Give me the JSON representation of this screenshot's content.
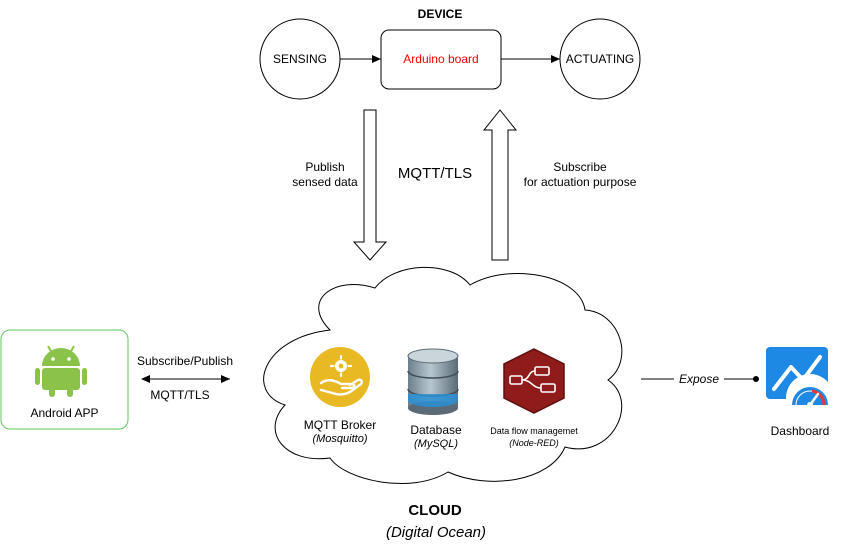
{
  "device": {
    "title": "DEVICE",
    "sensing": "SENSING",
    "board": "Arduino board",
    "actuating": "ACTUATING"
  },
  "link": {
    "publish_line1": "Publish",
    "publish_line2": "sensed data",
    "protocol": "MQTT/TLS",
    "subscribe_line1": "Subscribe",
    "subscribe_line2": "for actuation purpose"
  },
  "android": {
    "label": "Android APP",
    "link_top": "Subscribe/Publish",
    "link_bottom": "MQTT/TLS"
  },
  "cloud": {
    "broker_name": "MQTT Broker",
    "broker_impl": "(Mosquitto)",
    "db_name": "Database",
    "db_impl": "(MySQL)",
    "flow_name": "Data flow managemet",
    "flow_impl": "(Node-RED)",
    "title": "CLOUD",
    "provider": "(Digital Ocean)"
  },
  "dashboard": {
    "expose": "Expose",
    "label": "Dashboard"
  },
  "colors": {
    "board_text": "#ff0000",
    "android_border": "#5ec45e",
    "android_green": "#8bc34a",
    "broker_yellow": "#e8b923",
    "nodered_red": "#8f1b1b",
    "dashboard_blue": "#1e88e5"
  }
}
